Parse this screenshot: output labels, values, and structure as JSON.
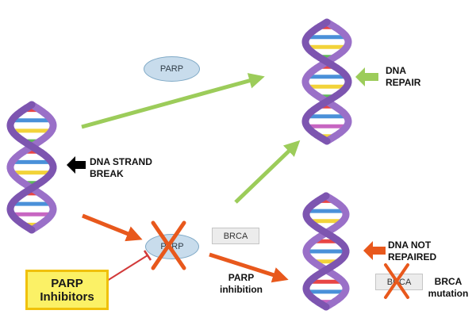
{
  "labels": {
    "parp_top": "PARP",
    "parp_middle": "PARP",
    "dna_strand_break": "DNA STRAND\nBREAK",
    "dna_repair": "DNA\nREPAIR",
    "brca_middle": "BRCA",
    "brca_mutated": "BRCA",
    "parp_inhibition": "PARP\ninhibition",
    "dna_not_repaired": "DNA NOT\nREPAIRED",
    "brca_mutation": "BRCA\nmutation",
    "parp_inhibitors": "PARP\nInhibitors"
  },
  "colors": {
    "green_arrow": "#9ccc5a",
    "orange_arrow": "#e8581c",
    "red_x": "#e8581c",
    "inhibitor_line": "#d23a3a",
    "black_arrow": "#000000",
    "helix_strand": "#9a70c8",
    "helix_strand_dark": "#7d55b0",
    "rungs": [
      "#e84545",
      "#4a90d9",
      "#f2d33a",
      "#5fb85a",
      "#e84545",
      "#4a90d9",
      "#f2d33a",
      "#5fb85a",
      "#e84545",
      "#4a90d9",
      "#c766c2",
      "#f2d33a"
    ],
    "inhibitor_fill": "#fbf166",
    "inhibitor_border": "#f0c10a",
    "parp_oval_fill": "#c8dcec"
  },
  "icons": [
    "dna-helix-icon",
    "black-arrow-icon",
    "green-arrow-icon",
    "orange-arrow-icon",
    "cross-out-icon",
    "inhibition-t-bar-icon"
  ]
}
